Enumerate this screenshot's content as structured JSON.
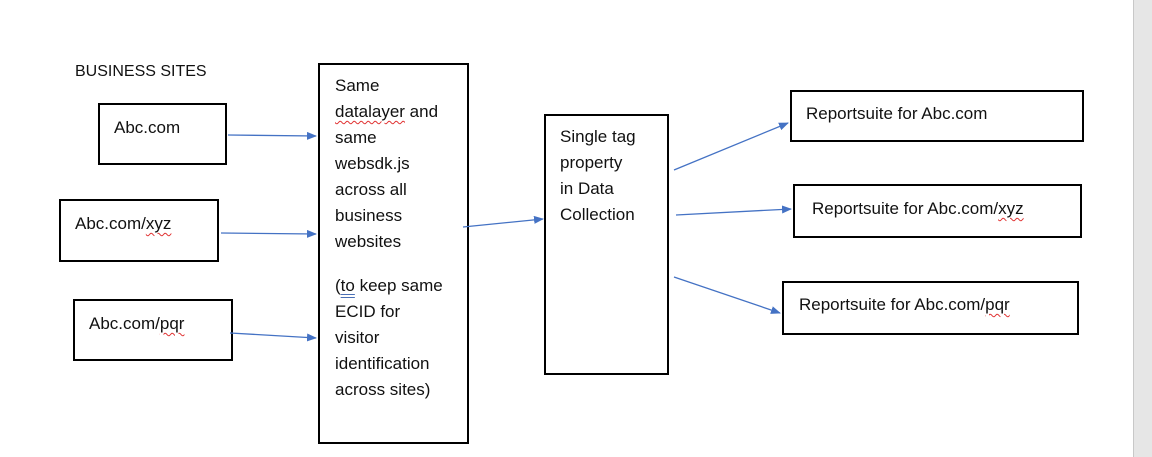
{
  "heading": "BUSINESS SITES",
  "sites": [
    {
      "prefix": "Abc.com",
      "suffix": ""
    },
    {
      "prefix": "Abc.com/",
      "suffix": "xyz"
    },
    {
      "prefix": "Abc.com/",
      "suffix": "pqr"
    }
  ],
  "shared": {
    "line1": "Same",
    "line2_flagged": "datalayer",
    "line2_rest": " and",
    "line3": "same",
    "line4": "websdk.js",
    "line5": "across all",
    "line6": "business",
    "line7": "websites",
    "note_open": "(",
    "note_flagged": "to",
    "note_rest1": " keep same",
    "note_line2": "ECID for",
    "note_line3": "visitor",
    "note_line4": "identification",
    "note_line5": "across sites)"
  },
  "tag_property": {
    "line1": "Single tag",
    "line2": "property",
    "line3": "in Data",
    "line4": "Collection"
  },
  "report_suites": [
    {
      "prefix": "Reportsuite for Abc.com",
      "suffix": ""
    },
    {
      "prefix": "Reportsuite for Abc.com/",
      "suffix": "xyz"
    },
    {
      "prefix": "Reportsuite for Abc.com/",
      "suffix": "pqr"
    }
  ],
  "colors": {
    "arrow": "#4472c4",
    "border": "#000000",
    "spellcheck": "#e03030"
  }
}
